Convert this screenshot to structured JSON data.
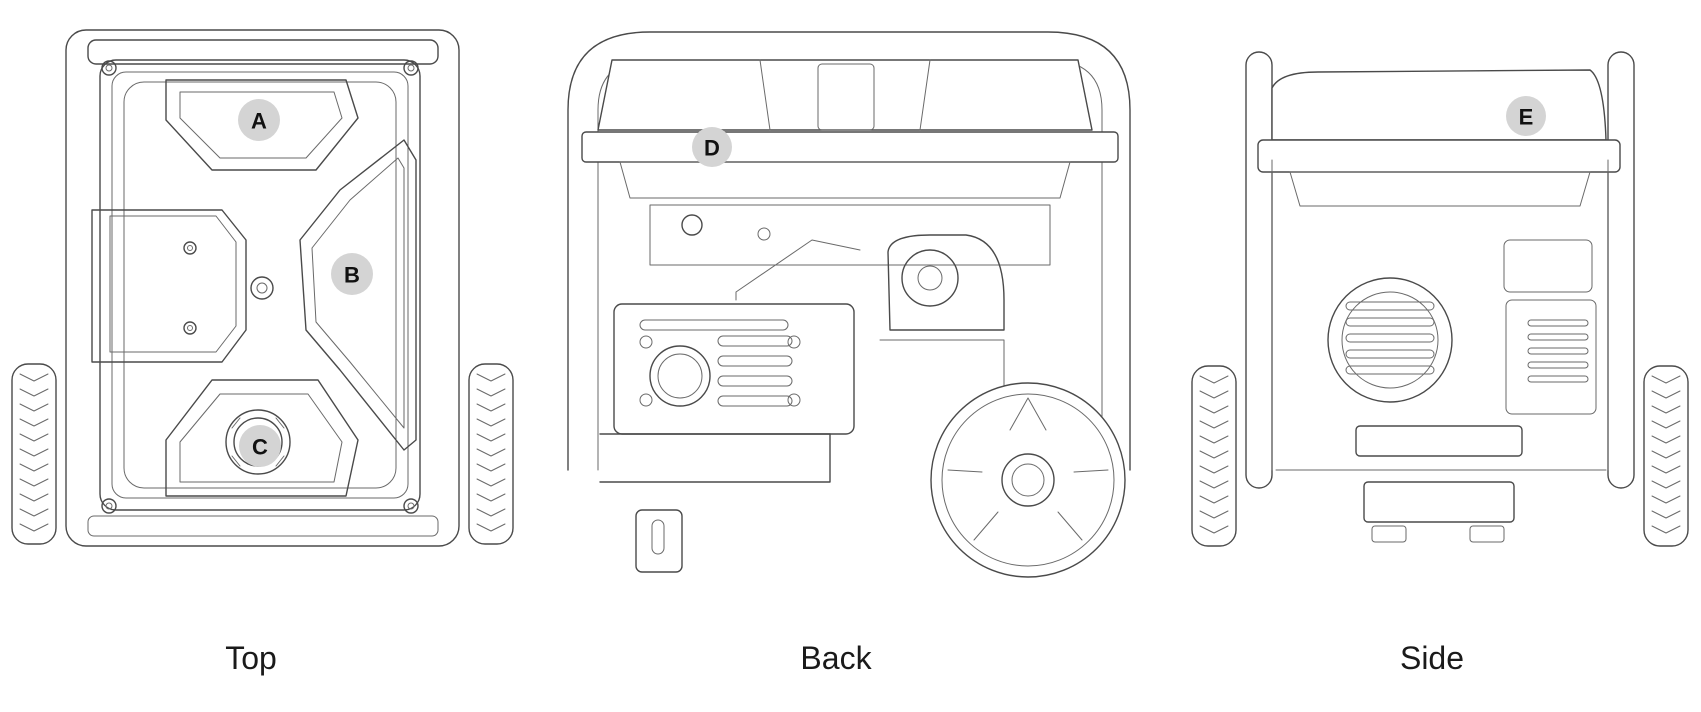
{
  "views": [
    {
      "caption": "Top",
      "markers": [
        "A",
        "B",
        "C"
      ]
    },
    {
      "caption": "Back",
      "markers": [
        "D"
      ]
    },
    {
      "caption": "Side",
      "markers": [
        "E"
      ]
    }
  ],
  "colors": {
    "line": "#4a4a4a",
    "marker_fill": "#d4d4d4",
    "text": "#1a1a1a"
  }
}
